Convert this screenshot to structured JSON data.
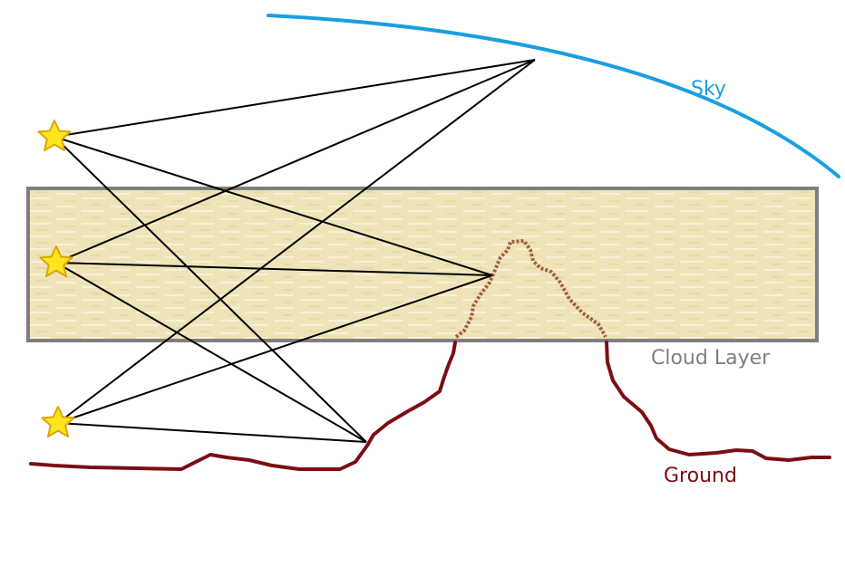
{
  "labels": {
    "sky": "Sky",
    "cloud_layer": "Cloud Layer",
    "ground": "Ground"
  },
  "colors": {
    "sky": "#1a9ee0",
    "cloud_fill": "#efe3b8",
    "cloud_border": "#7f7f7f",
    "cloud_label": "#7f7f7f",
    "ground": "#7a0e14",
    "ground_label": "#7a0e14",
    "mountain_hidden": "#a06040",
    "rays": "#000000",
    "star_fill": "#ffe51f",
    "star_stroke": "#d9a800"
  },
  "elements": {
    "stars": 3,
    "ray_style": "thin black lines connecting each star to three reflection points"
  }
}
